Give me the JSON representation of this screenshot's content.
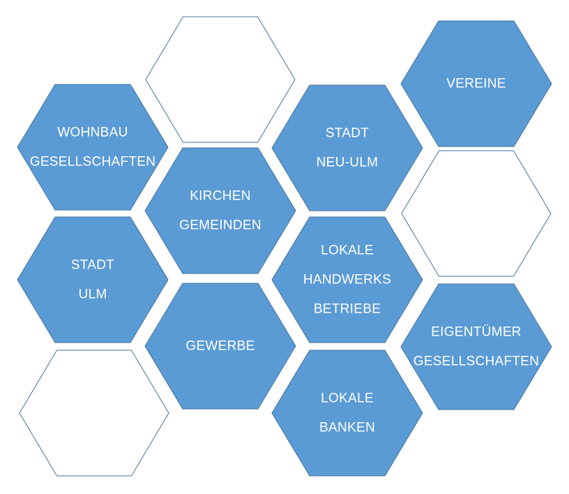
{
  "colors": {
    "filled": "#5b9bd5",
    "outline": "#41719c",
    "empty_fill": "#ffffff",
    "text": "#ffffff"
  },
  "hexagons": [
    {
      "id": "empty-top",
      "filled": false,
      "lines": []
    },
    {
      "id": "wohnbau-gesellschaften",
      "filled": true,
      "lines": [
        "WOHNBAU",
        "GESELLSCHAFTEN"
      ]
    },
    {
      "id": "kirchen-gemeinden",
      "filled": true,
      "lines": [
        "KIRCHEN",
        "GEMEINDEN"
      ]
    },
    {
      "id": "stadt-neu-ulm",
      "filled": true,
      "lines": [
        "STADT",
        "NEU-ULM"
      ]
    },
    {
      "id": "vereine",
      "filled": true,
      "lines": [
        "VEREINE"
      ]
    },
    {
      "id": "empty-right",
      "filled": false,
      "lines": []
    },
    {
      "id": "stadt-ulm",
      "filled": true,
      "lines": [
        "STADT",
        "ULM"
      ]
    },
    {
      "id": "lokale-handwerksbetriebe",
      "filled": true,
      "lines": [
        "LOKALE",
        "HANDWERKS",
        "BETRIEBE"
      ]
    },
    {
      "id": "gewerbe",
      "filled": true,
      "lines": [
        "GEWERBE"
      ]
    },
    {
      "id": "eigentuemer-gesellschaften",
      "filled": true,
      "lines": [
        "EIGENTÜMER",
        "GESELLSCHAFTEN"
      ]
    },
    {
      "id": "empty-bottom-left",
      "filled": false,
      "lines": []
    },
    {
      "id": "lokale-banken",
      "filled": true,
      "lines": [
        "LOKALE",
        "BANKEN"
      ]
    }
  ]
}
